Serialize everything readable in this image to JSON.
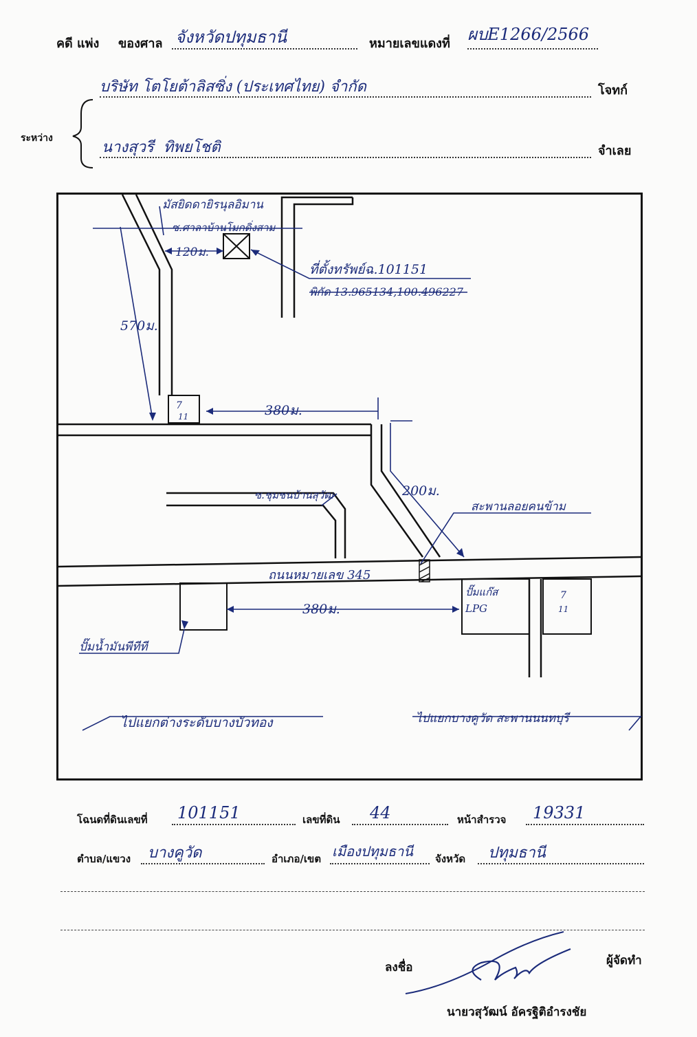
{
  "header": {
    "case_label": "คดี แพ่ง",
    "court_label": "ของศาล",
    "court_value": "จังหวัดปทุมธานี",
    "number_label": "หมายเลขแดงที่",
    "number_value": "ผบE1266/2566",
    "between_label": "ระหว่าง",
    "plaintiff_value": "บริษัท โตโยต้าลิสซิ่ง (ประเทศไทย) จำกัด",
    "plaintiff_label": "โจทก์",
    "defendant_value": "นางสุวรี  ทิพยโชติ",
    "defendant_label": "จำเลย"
  },
  "map": {
    "mosque": "มัสยิดดายิรนุลอิมาน",
    "soi_label": "ซ.ศาลาบ้านโมกดิ่งสาม",
    "dist_120": "120ม.",
    "property_label": "ที่ตั้งทรัพย์ฉ.101151",
    "coords": "พิกัด 13.965134,100.496227",
    "dist_570": "570ม.",
    "seven_eleven_top": "7\n11",
    "dist_380_top": "380ม.",
    "dist_200": "200ม.",
    "village_soi": "ซ.ชุมชนบ้านสุวัฒ",
    "bridge": "สะพานลอยคนข้าม",
    "road": "ถนนหมายเลข 345",
    "gas_station": "ปั๊มน้ำมันพีทีที",
    "dist_380_bottom": "380ม.",
    "lpg": "ปั๊มแก๊ส LPG",
    "seven_eleven_bottom": "7\n11",
    "to_left": "ไปแยกต่างระดับบางบัวทอง",
    "to_right": "ไปแยกบางคูวัด สะพานนนทบุรี"
  },
  "footer": {
    "deed_label": "โฉนดที่ดินเลขที่",
    "deed_value": "101151",
    "land_no_label": "เลขที่ดิน",
    "land_no_value": "44",
    "survey_label": "หน้าสำรวจ",
    "survey_value": "19331",
    "subdistrict_label": "ตำบล/แขวง",
    "subdistrict_value": "บางคูวัด",
    "district_label": "อำเภอ/เขต",
    "district_value": "เมืองปทุมธานี",
    "province_label": "จังหวัด",
    "province_value": "ปทุมธานี",
    "sign_label": "ลงชื่อ",
    "maker_label": "ผู้จัดทำ",
    "signer_name": "นายวสุวัฒน์ อัครฐิติอำรงชัย"
  }
}
